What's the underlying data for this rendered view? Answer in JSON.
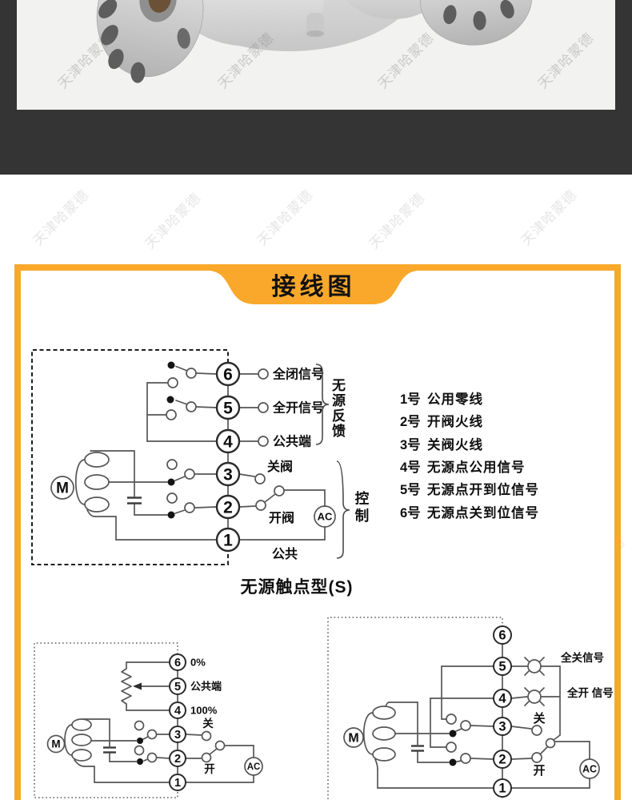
{
  "banner": {
    "title": "接线图"
  },
  "watermark": {
    "text": "天津哈蒙德"
  },
  "colors": {
    "accent": "#F9A82B",
    "dark_band": "#343434",
    "photo_bg": "#F2F3F1",
    "line": "#565656"
  },
  "main_diagram": {
    "caption": "无源触点型(S)",
    "motor": "M",
    "ac": "AC",
    "terminals": [
      "6",
      "5",
      "4",
      "3",
      "2",
      "1"
    ],
    "labels": {
      "t6": "全闭信号",
      "t5": "全开信号",
      "t4": "公共端",
      "t3": "关阀",
      "t2": "开阀",
      "t1": "公共"
    },
    "braces": {
      "feedback": "无源反馈",
      "control": "控制"
    }
  },
  "wire_list": {
    "items": [
      {
        "no": "1号",
        "text": "公用零线"
      },
      {
        "no": "2号",
        "text": "开阀火线"
      },
      {
        "no": "3号",
        "text": "关阀火线"
      },
      {
        "no": "4号",
        "text": "无源点公用信号"
      },
      {
        "no": "5号",
        "text": "无源点开到位信号"
      },
      {
        "no": "6号",
        "text": "无源点关到位信号"
      }
    ]
  },
  "pot_diagram": {
    "motor": "M",
    "ac": "AC",
    "terminals": [
      "6",
      "5",
      "4",
      "3",
      "2",
      "1"
    ],
    "labels": {
      "t6": "0%",
      "t5": "公共端",
      "t4": "100%",
      "t3": "关",
      "t2": "开"
    }
  },
  "lamp_diagram": {
    "motor": "M",
    "ac": "AC",
    "terminals": [
      "6",
      "5",
      "4",
      "3",
      "2",
      "1"
    ],
    "labels": {
      "closed_signal": "全关信号",
      "open_signal": "全开 信号",
      "t3": "关",
      "t2": "开"
    }
  }
}
